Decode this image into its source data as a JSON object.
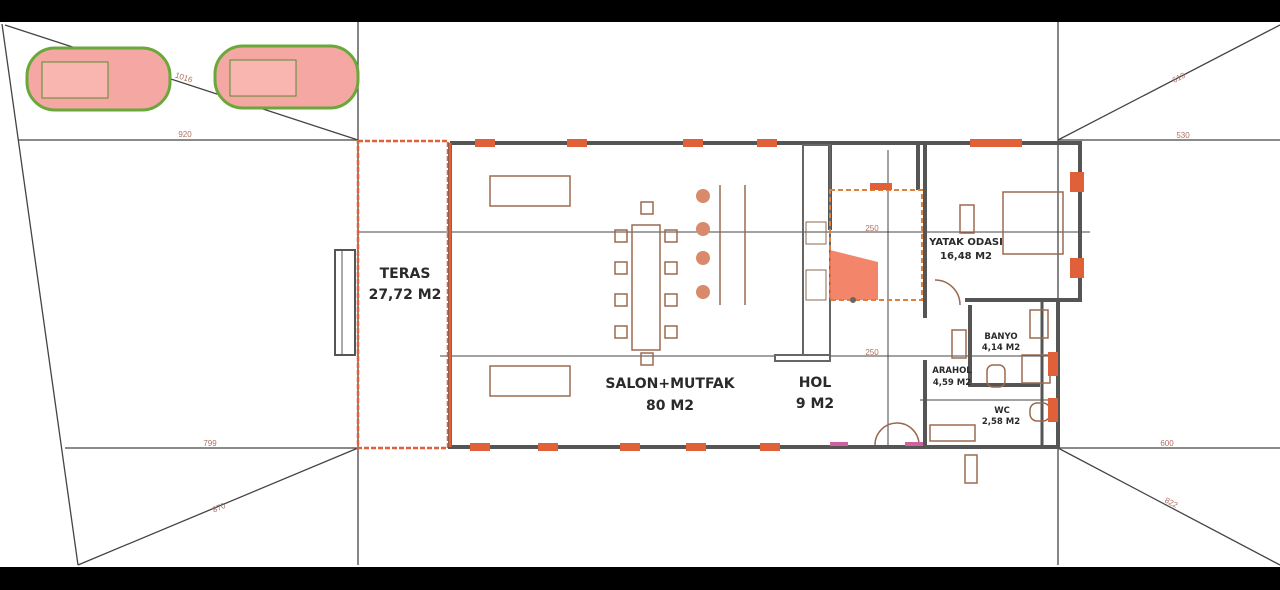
{
  "title": "Floor plan",
  "rooms": {
    "teras": {
      "name": "TERAS",
      "area": "27,72 M2"
    },
    "salon": {
      "name": "SALON+MUTFAK",
      "area": "80 M2"
    },
    "hol": {
      "name": "HOL",
      "area": "9 M2"
    },
    "yatak": {
      "name": "YATAK ODASI",
      "area": "16,48 M2"
    },
    "banyo": {
      "name": "BANYO",
      "area": "4,14 M2"
    },
    "arahol": {
      "name": "ARAHOL",
      "area": "4,59 M2"
    },
    "wc": {
      "name": "WC",
      "area": "2,58 M2"
    }
  },
  "dimensions": {
    "top_left": "920",
    "top_right": "530",
    "bottom_left": "799",
    "bottom_right": "600",
    "hol_top": "250",
    "hol_mid": "250",
    "diag_top_left": "1016",
    "diag_top_right": "619",
    "diag_bottom_left": "870",
    "diag_bottom_right": "822"
  },
  "colors": {
    "wall": "#555555",
    "accent": "#e0603a",
    "car_fill": "#f4a7a3",
    "car_outline": "#6aa83a"
  }
}
